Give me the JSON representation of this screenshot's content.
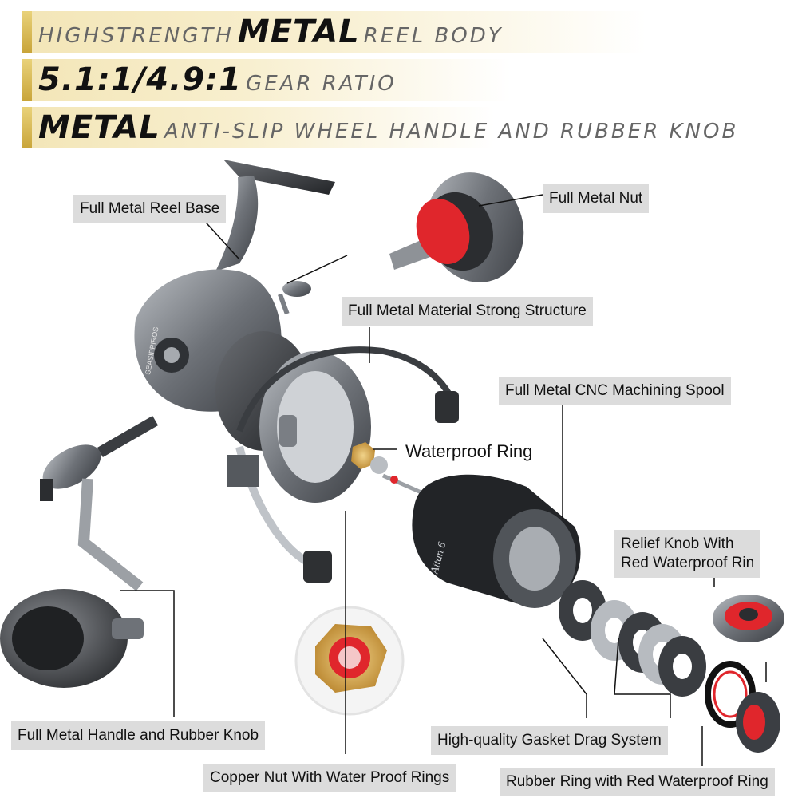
{
  "headers": [
    {
      "lead": "HIGHSTRENGTH",
      "bold": "METAL",
      "tail": "REEL BODY"
    },
    {
      "lead": "",
      "bold": "5.1:1/4.9:1",
      "tail": "GEAR RATIO"
    },
    {
      "lead": "",
      "bold": "METAL",
      "tail": "ANTI-SLIP WHEEL HANDLE AND RUBBER KNOB"
    }
  ],
  "labels": {
    "reel_base": "Full Metal Reel Base",
    "metal_nut": "Full Metal Nut",
    "strong_structure": "Full Metal Material Strong Structure",
    "cnc_spool": "Full Metal CNC Machining Spool",
    "waterproof_ring": "Waterproof Ring",
    "relief_knob_line1": "Relief Knob With",
    "relief_knob_line2": "Red Waterproof Rin",
    "handle_knob": "Full Metal Handle and Rubber Knob",
    "gasket_drag": "High-quality Gasket Drag System",
    "copper_nut": "Copper Nut With Water Proof Rings",
    "rubber_ring": "Rubber Ring with Red Waterproof Ring"
  },
  "product_text": {
    "body_brand": "SEASIPPIROS",
    "spool_model": "Aitan 6"
  },
  "colors": {
    "gold": "#d4b04a",
    "metal_dark": "#4a4d52",
    "metal_mid": "#8a8e94",
    "red": "#e0262c",
    "copper": "#c89a3c"
  }
}
